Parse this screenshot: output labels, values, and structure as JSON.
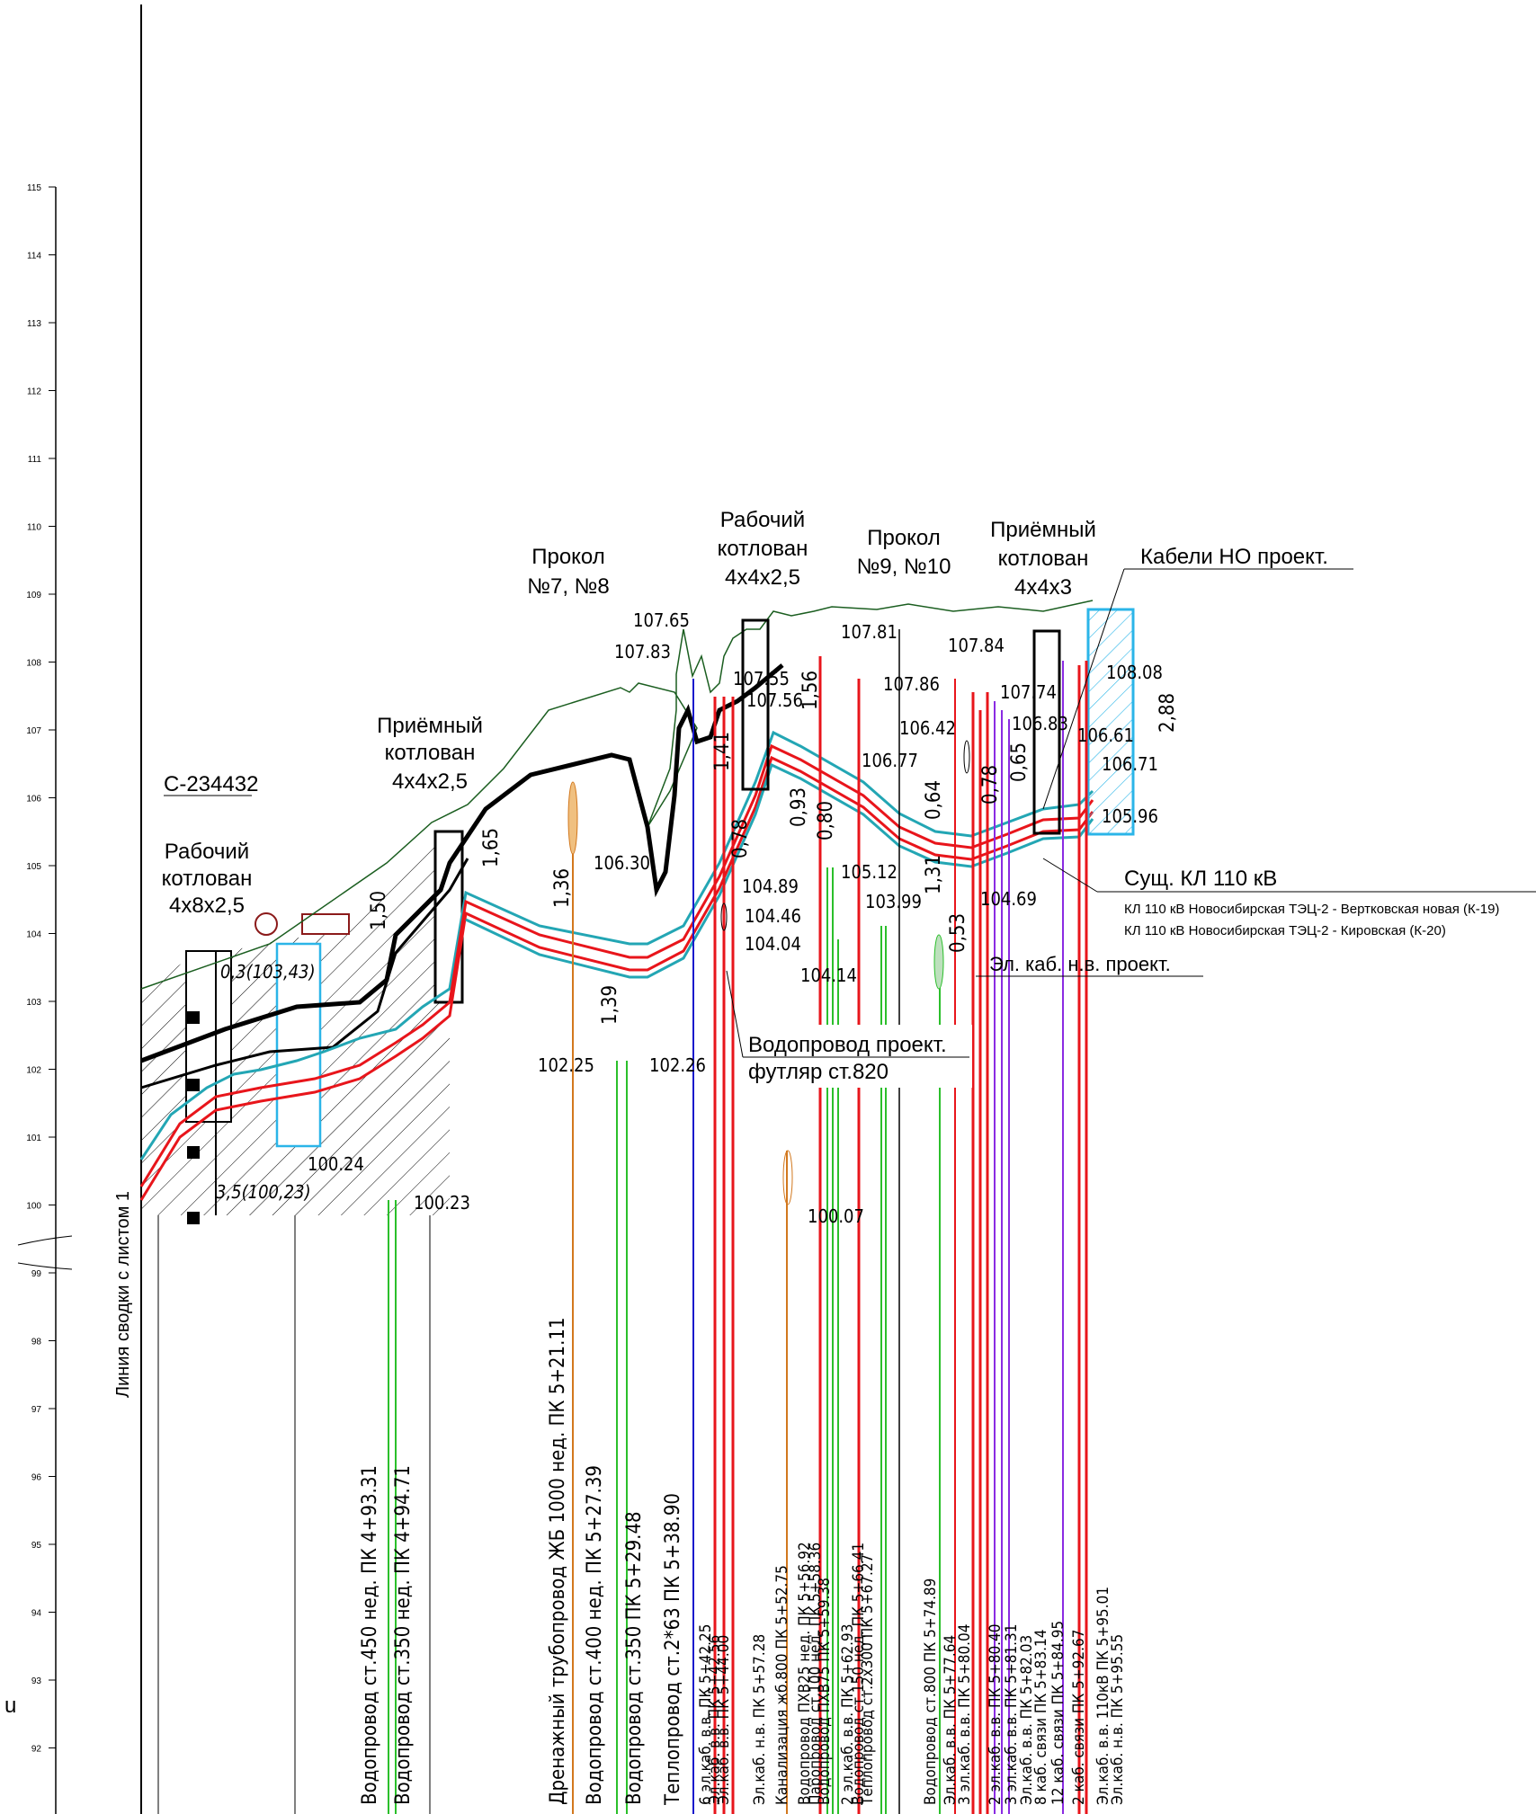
{
  "drawing": {
    "code": "С-234432",
    "match_line": "Линия сводки с листом 1",
    "colors": {
      "cable_red": "#e8151b",
      "cable_cyan": "#23a6b4",
      "water_green": "#2bbf2b",
      "drain_orange": "#d2781e",
      "telecom_purple": "#8a2be2",
      "blue": "#1a1acc",
      "hatch_cyan": "#2bb5e8",
      "ground_green": "#1b5e20"
    },
    "elevation_axis": {
      "ticks": [
        "115",
        "114",
        "113",
        "112",
        "111",
        "110",
        "109",
        "108",
        "107",
        "106",
        "105",
        "104",
        "103",
        "102",
        "101",
        "100",
        "99",
        "98",
        "97",
        "96",
        "95",
        "94",
        "93",
        "92"
      ]
    },
    "pits": [
      {
        "title_lines": [
          "Рабочий",
          "котлован",
          "4х8х2,5"
        ]
      },
      {
        "title_lines": [
          "Приёмный",
          "котлован",
          "4х4х2,5"
        ]
      },
      {
        "title_lines": [
          "Рабочий",
          "котлован",
          "4х4х2,5"
        ]
      },
      {
        "title_lines": [
          "Приёмный",
          "котлован",
          "4х4х3"
        ]
      }
    ],
    "punctures": [
      {
        "title_lines": [
          "Прокол",
          "№7, №8"
        ]
      },
      {
        "title_lines": [
          "Прокол",
          "№9, №10"
        ]
      }
    ],
    "callouts": {
      "cables_no": "Кабели НО проект.",
      "kl110": "Сущ. КЛ 110 кВ",
      "kl110_line1": "КЛ 110 кВ Новосибирская ТЭЦ-2 - Вертковская новая (К-19)",
      "kl110_line2": "КЛ 110 кВ Новосибирская ТЭЦ-2 - Кировская (К-20)",
      "el_cable": "Эл. каб. н.в. проект.",
      "water_line1": "Водопровод проект.",
      "water_line2": "футляр ст.820"
    },
    "elevations": [
      "107.65",
      "107.83",
      "107.81",
      "107.84",
      "108.08",
      "107.86",
      "107.74",
      "106.83",
      "106.42",
      "106.61",
      "106.77",
      "106.71",
      "105.96",
      "106.30",
      "105.12",
      "103.99",
      "104.89",
      "104.46",
      "104.04",
      "104.14",
      "104.69",
      "102.25",
      "102.26",
      "100.24",
      "100.23",
      "100.07",
      "107.55",
      "107.56"
    ],
    "dims": [
      "2,88",
      "1,65",
      "1,50",
      "1,36",
      "1,39",
      "1,41",
      "1,56",
      "0,78",
      "0,93",
      "0,80",
      "0,64",
      "1,31",
      "0,53",
      "0,78",
      "0,65"
    ],
    "pit_notes": [
      "0,3(103,43)",
      "3,5(100,23)"
    ],
    "crossings": [
      "Водопровод ст.450 нед. ПК 4+93.31",
      "Водопровод ст.350 нед. ПК 4+94.71",
      "Дренажный трубопровод ЖБ 1000 нед. ПК 5+21.11",
      "Водопровод ст.400 нед. ПК 5+27.39",
      "Водопровод ст.350 ПК 5+29.48",
      "Теплопровод ст.2*63 ПК 5+38.90",
      "6 эл.каб. в.в. ПК 5+42.25",
      "Эл.каб. в.в. ПК 5+42.56",
      "Эл.каб. в.в. ПК 5+44.00",
      "Эл.каб. н.в. ПК 5+57.28",
      "Канализация жб.800 ПК 5+52.75",
      "Водопровод ПХВ25 нед. ПК 5+56.92",
      "Паропровод ст.100 нед. ПК 5+58.36",
      "Водопровод ПХВ75 ПК 5+59.38",
      "2 эл.каб. в.в. ПК 5+62.93",
      "Водопровод ст.150 нед. ПК 5+66.41",
      "Теплопровод ст.2х300 ПК 5+67.27",
      "Водопровод ст.800 ПК 5+74.89",
      "Эл.каб. в.в. ПК 5+77.64",
      "3 эл.каб. в.в. ПК 5+80.04",
      "2 эл.каб. в.в. ПК 5+80.40",
      "3 эл.каб. в.в. ПК 5+81.31",
      "Эл.каб. в.в. ПК 5+82.03",
      "8 каб. связи ПК 5+83.14",
      "12 каб. связи ПК 5+84.95",
      "2 каб. связи ПК 5+92.67",
      "Эл.каб. в.в. 110кВ ПК 5+95.01",
      "Эл.каб. н.в. ПК 5+95.55"
    ]
  }
}
